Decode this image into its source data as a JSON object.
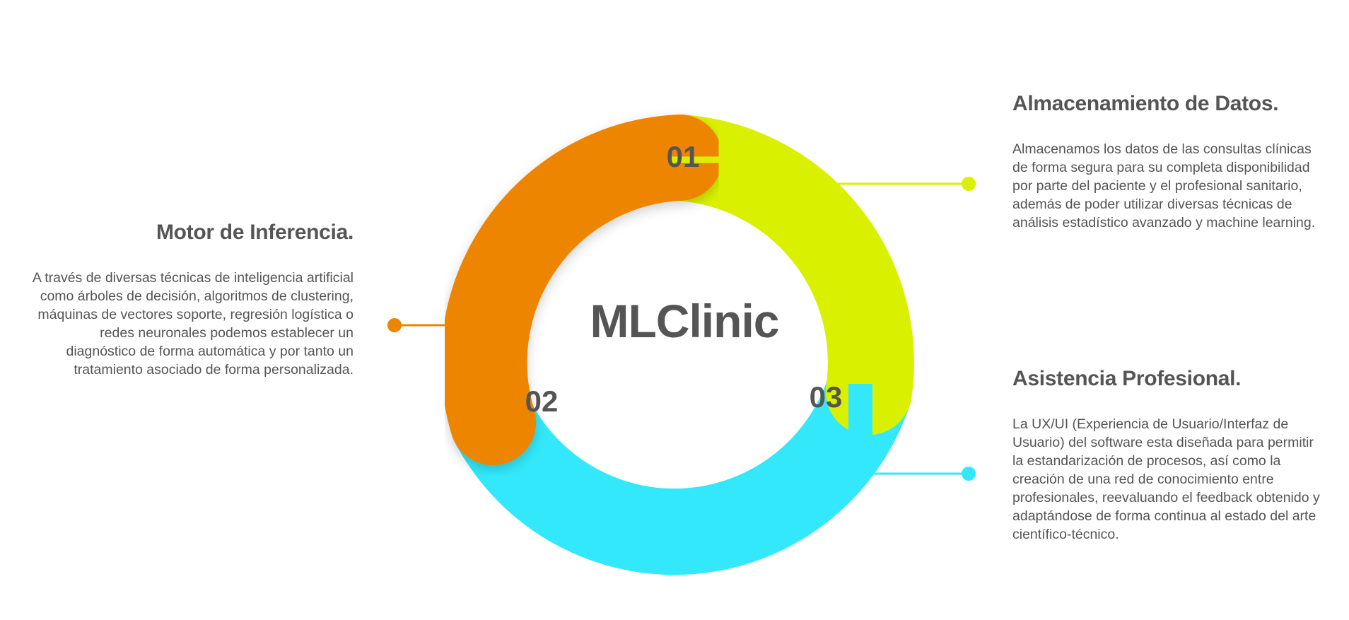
{
  "center_title": "MLClinic",
  "segments": [
    {
      "number": "01",
      "color": "#d9f100",
      "heading": "Almacenamiento de Datos.",
      "text": "Almacenamos los datos de las consultas clínicas de forma segura para su completa disponibilidad por parte del paciente y el profesional sanitario, además de poder utilizar diversas técnicas de análisis estadístico avanzado y machine learning."
    },
    {
      "number": "02",
      "color": "#ee8500",
      "heading": "Motor de Inferencia.",
      "text": "A través de diversas técnicas de inteligencia artificial como árboles de decisión, algoritmos de clustering, máquinas de vectores soporte, regresión logística o redes neuronales podemos establecer un diagnóstico de forma automática y por tanto un tratamiento asociado de forma personalizada."
    },
    {
      "number": "03",
      "color": "#33e8fa",
      "heading": "Asistencia Profesional.",
      "text": "La UX/UI (Experiencia de Usuario/Interfaz de Usuario) del software esta diseñada para permitir la estandarización de procesos, así como la creación de una red de conocimiento entre profesionales, reevaluando el feedback obtenido y adaptándose de forma continua al estado del arte científico-técnico."
    }
  ],
  "text_color": "#555555"
}
